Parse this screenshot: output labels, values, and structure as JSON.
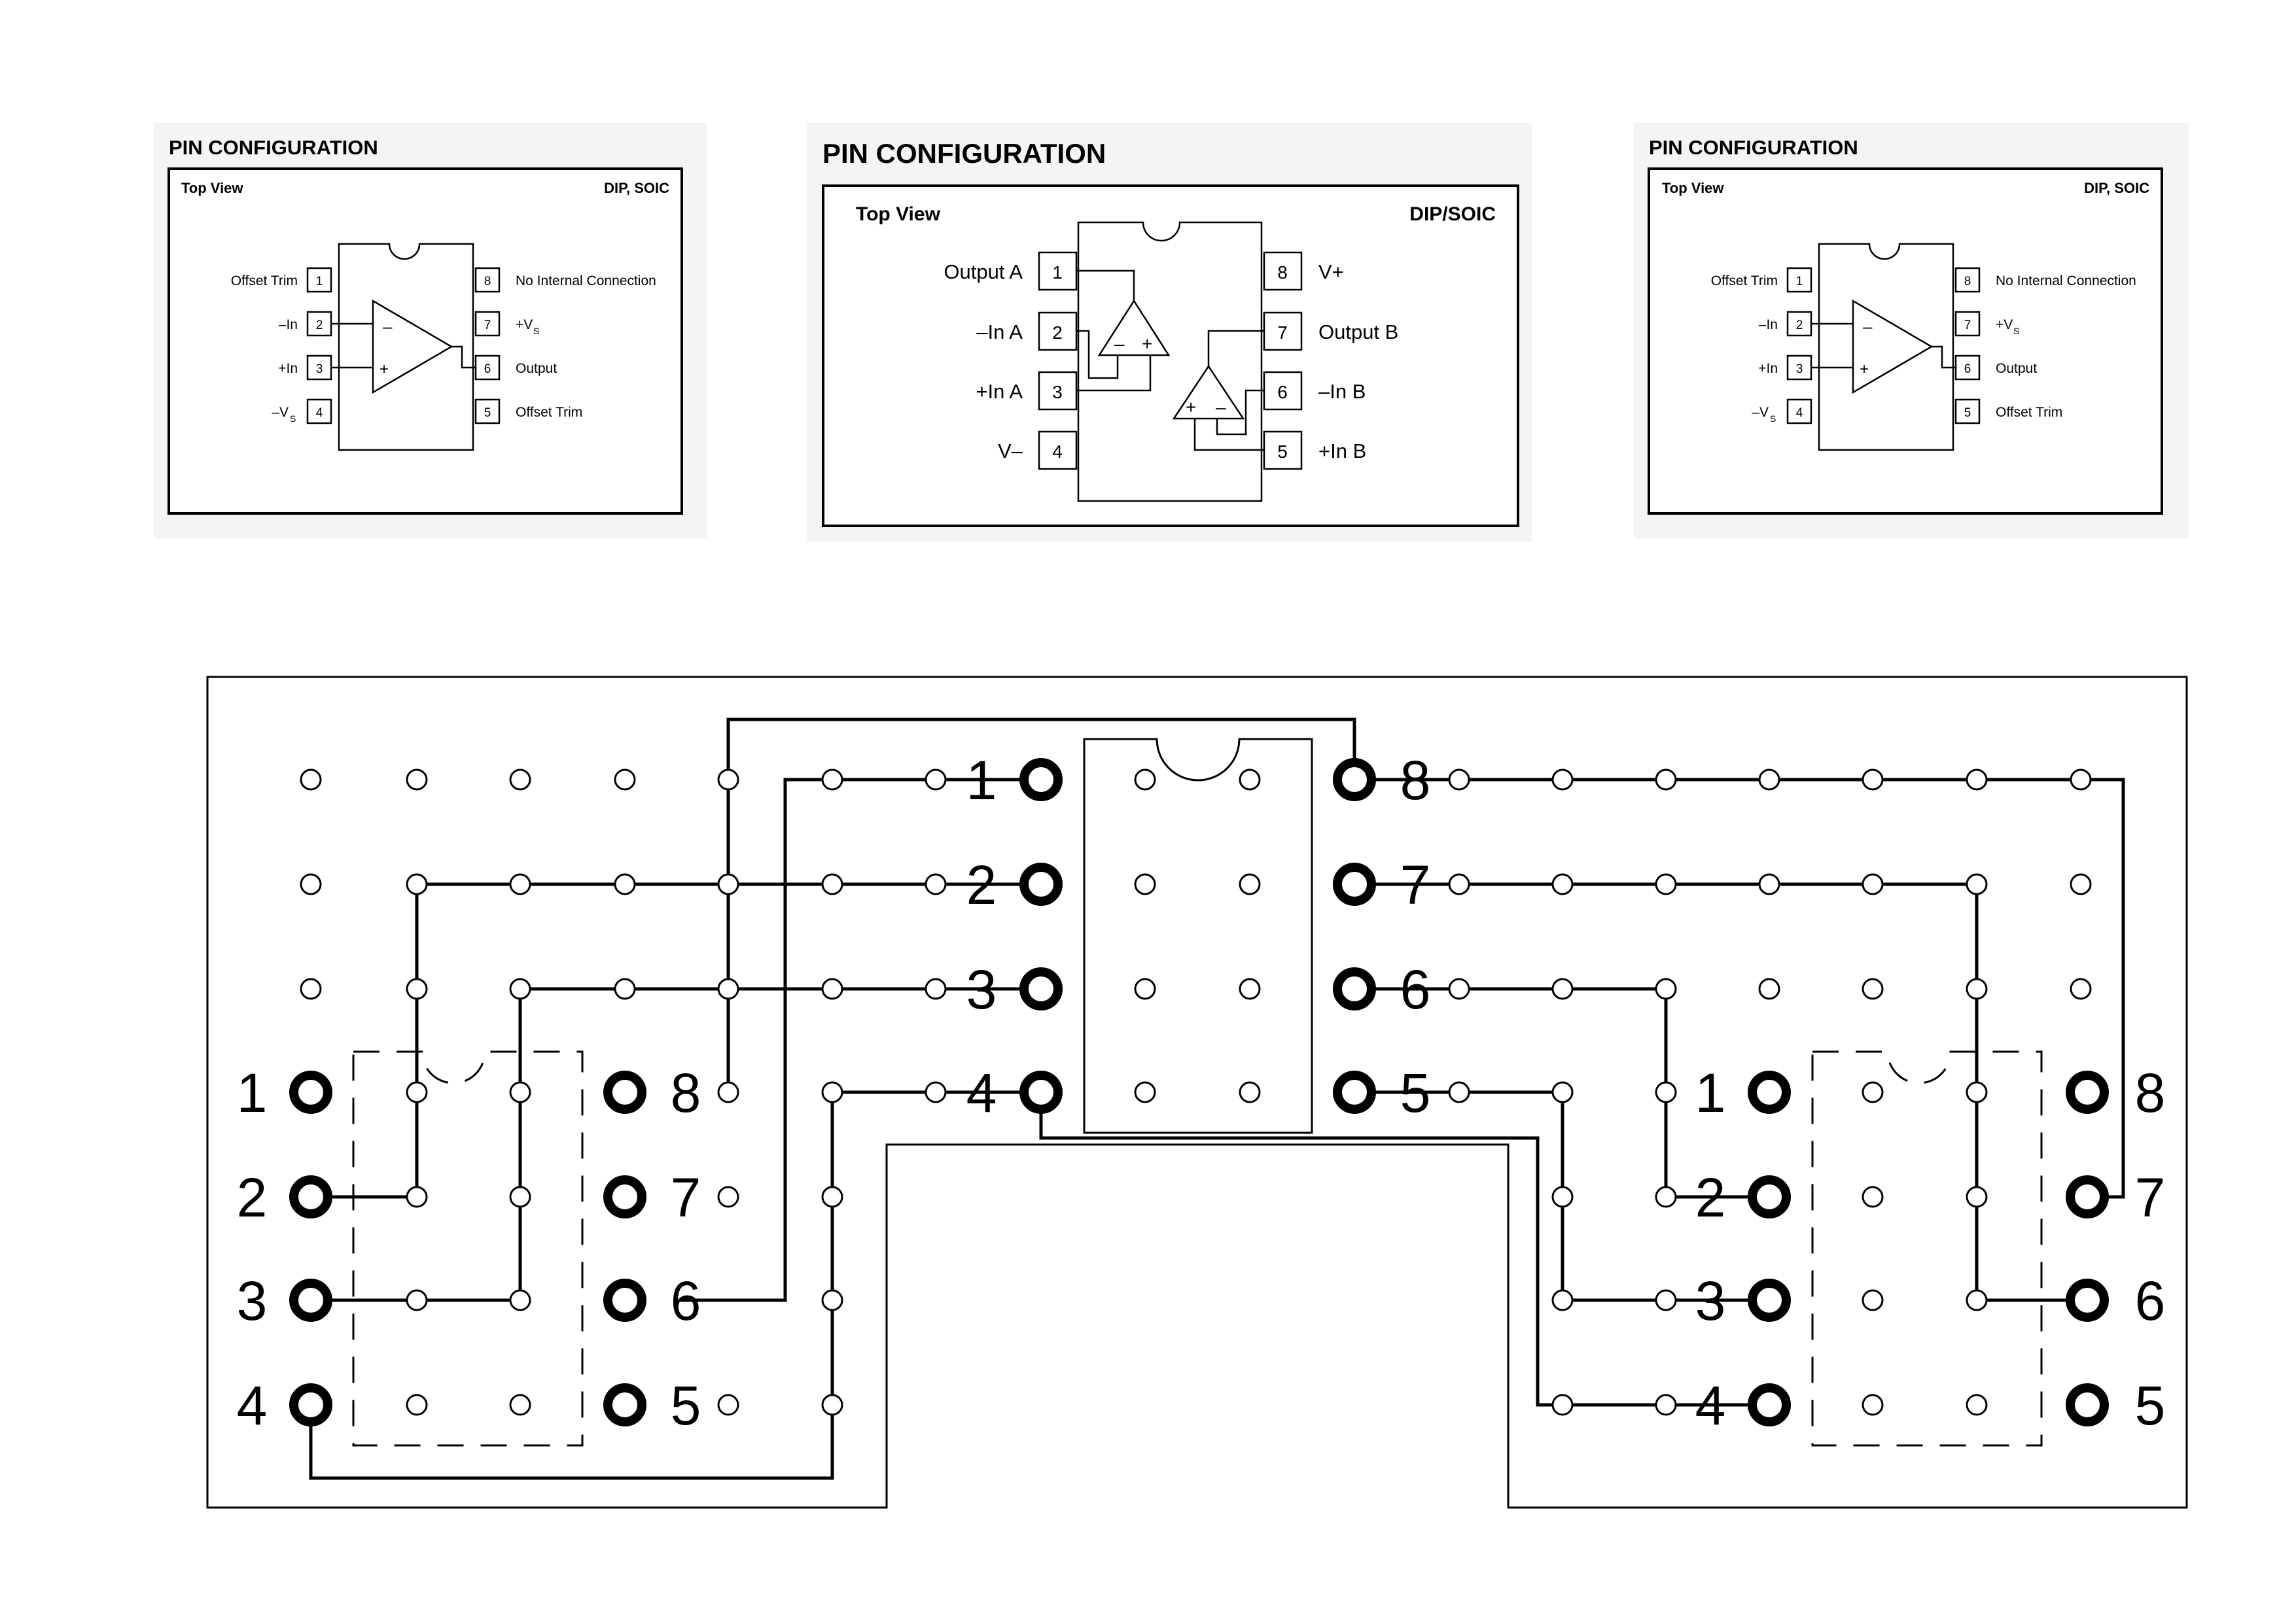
{
  "pin_panels": [
    {
      "title": "PIN CONFIGURATION",
      "view": "Top View",
      "package": "DIP, SOIC",
      "pins": [
        {
          "num": "1",
          "label": "Offset Trim"
        },
        {
          "num": "2",
          "label": "–In"
        },
        {
          "num": "3",
          "label": "+In"
        },
        {
          "num": "4",
          "label": "–V",
          "sub": "S"
        },
        {
          "num": "8",
          "label": "No Internal Connection"
        },
        {
          "num": "7",
          "label": "+V",
          "sub": "S"
        },
        {
          "num": "6",
          "label": "Output"
        },
        {
          "num": "5",
          "label": "Offset Trim"
        }
      ],
      "amp_signs": [
        "–",
        "+"
      ]
    },
    {
      "title": "PIN CONFIGURATION",
      "view": "Top View",
      "package": "DIP/SOIC",
      "pins": [
        {
          "num": "1",
          "label": "Output A"
        },
        {
          "num": "2",
          "label": "–In A"
        },
        {
          "num": "3",
          "label": "+In A"
        },
        {
          "num": "4",
          "label": "V–"
        },
        {
          "num": "8",
          "label": "V+"
        },
        {
          "num": "7",
          "label": "Output B"
        },
        {
          "num": "6",
          "label": "–In B"
        },
        {
          "num": "5",
          "label": "+In B"
        }
      ],
      "amp_signs": [
        "–",
        "+",
        "+",
        "–"
      ]
    },
    {
      "title": "PIN CONFIGURATION",
      "view": "Top View",
      "package": "DIP, SOIC",
      "pins": [
        {
          "num": "1",
          "label": "Offset Trim"
        },
        {
          "num": "2",
          "label": "–In"
        },
        {
          "num": "3",
          "label": "+In"
        },
        {
          "num": "4",
          "label": "–V",
          "sub": "S"
        },
        {
          "num": "8",
          "label": "No Internal Connection"
        },
        {
          "num": "7",
          "label": "+V",
          "sub": "S"
        },
        {
          "num": "6",
          "label": "Output"
        },
        {
          "num": "5",
          "label": "Offset Trim"
        }
      ],
      "amp_signs": [
        "–",
        "+"
      ]
    }
  ],
  "adapter_board": {
    "center_socket_pins": [
      "1",
      "2",
      "3",
      "4",
      "8",
      "7",
      "6",
      "5"
    ],
    "left_socket_pins": [
      "1",
      "2",
      "3",
      "4",
      "8",
      "7",
      "6",
      "5"
    ],
    "right_socket_pins": [
      "1",
      "2",
      "3",
      "4",
      "8",
      "7",
      "6",
      "5"
    ]
  }
}
